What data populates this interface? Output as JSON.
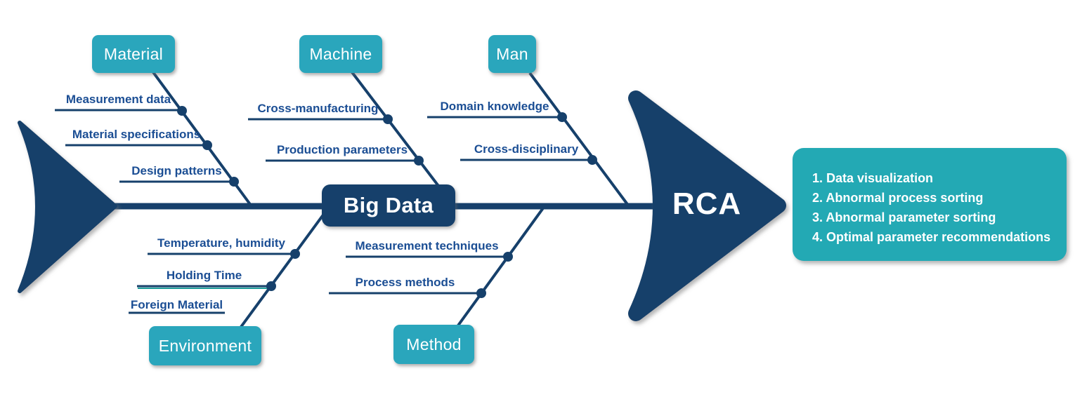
{
  "diagram": {
    "type": "fishbone",
    "spine_label": "Big Data",
    "head_label": "RCA"
  },
  "colors": {
    "navy": "#16406B",
    "teal_box": "#2AA6BC",
    "teal_panel": "#23A9B4",
    "label_blue": "#1B4E94",
    "teal_accent_line": "#1E9E9B"
  },
  "categories": [
    {
      "name": "Material",
      "position": "top",
      "items": [
        "Measurement data",
        "Material specifications",
        "Design patterns"
      ]
    },
    {
      "name": "Machine",
      "position": "top",
      "items": [
        "Cross-manufacturing",
        "Production parameters"
      ]
    },
    {
      "name": "Man",
      "position": "top",
      "items": [
        "Domain knowledge",
        "Cross-disciplinary"
      ]
    },
    {
      "name": "Environment",
      "position": "bottom",
      "items": [
        "Temperature, humidity",
        "Holding Time",
        "Foreign Material"
      ]
    },
    {
      "name": "Method",
      "position": "bottom",
      "items": [
        "Measurement techniques",
        "Process methods"
      ]
    }
  ],
  "outcomes": {
    "items": [
      "1. Data visualization",
      "2. Abnormal process sorting",
      "3. Abnormal parameter sorting",
      "4. Optimal parameter recommendations"
    ]
  }
}
